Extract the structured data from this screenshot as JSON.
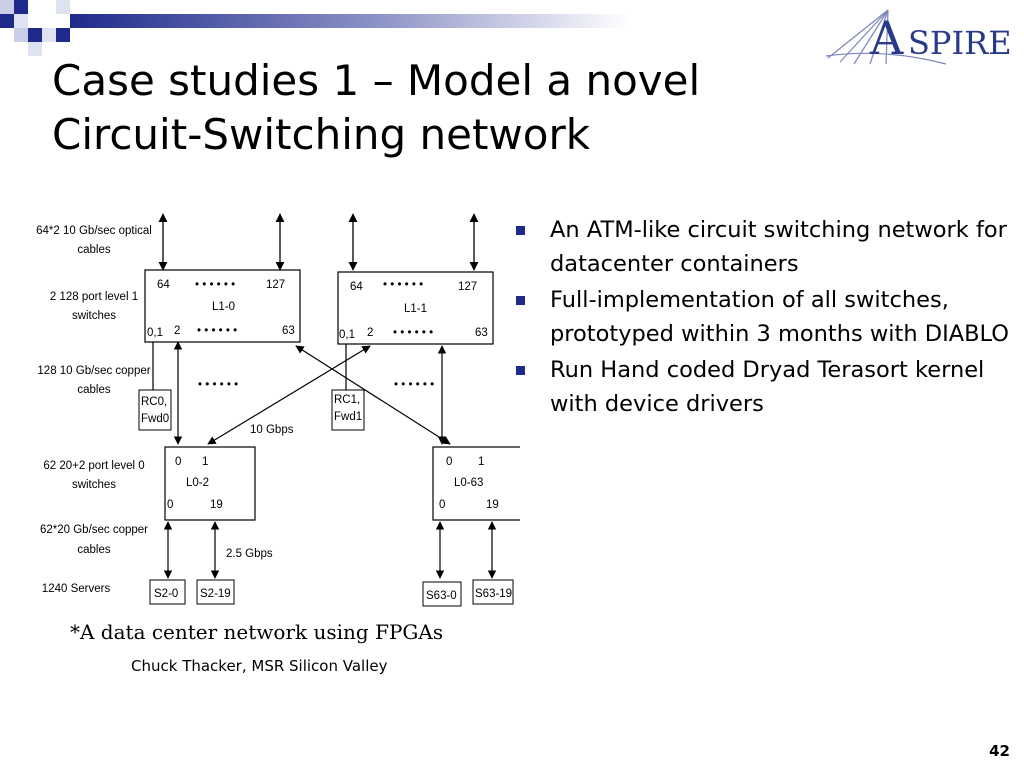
{
  "slide": {
    "title_line1": "Case studies 1 – Model a novel",
    "title_line2": "Circuit-Switching network",
    "logo_text": "SPIRE",
    "logo_initial": "A",
    "page_number": "42",
    "caption": "*A data center network using FPGAs",
    "credit": "Chuck Thacker, MSR Silicon Valley"
  },
  "bullets": [
    "An ATM-like circuit switching network for datacenter containers",
    "Full-implementation of all switches, prototyped within 3 months with DIABLO",
    "Run Hand coded Dryad Terasort kernel with device drivers"
  ],
  "diagram": {
    "left_labels": {
      "optical_1": "64*2 10 Gb/sec optical",
      "optical_2": "cables",
      "level1_1": "2 128 port level 1",
      "level1_2": "switches",
      "copper10_1": "128 10 Gb/sec copper",
      "copper10_2": "cables",
      "level0_1": "62 20+2 port level 0",
      "level0_2": "switches",
      "copper20_1": "62*20 Gb/sec copper",
      "copper20_2": "cables",
      "servers": "1240 Servers"
    },
    "l1_0": {
      "name": "L1-0",
      "top_left": "64",
      "top_right": "127",
      "bottom_left": "0,1",
      "bottom_mid": "2",
      "bottom_right": "63"
    },
    "l1_1": {
      "name": "L1-1",
      "top_left": "64",
      "top_right": "127",
      "bottom_left": "0,1",
      "bottom_mid": "2",
      "bottom_right": "63"
    },
    "rc0": {
      "line1": "RC0,",
      "line2": "Fwd0"
    },
    "rc1": {
      "line1": "RC1,",
      "line2": "Fwd1"
    },
    "l0_2": {
      "name": "L0-2",
      "top_left": "0",
      "top_right": "1",
      "bottom_left": "0",
      "bottom_right": "19"
    },
    "l0_63": {
      "name": "L0-63",
      "top_left": "0",
      "top_right": "1",
      "bottom_left": "0",
      "bottom_right": "19"
    },
    "speed_10": "10 Gbps",
    "speed_25": "2.5 Gbps",
    "servers": {
      "s2_0": "S2-0",
      "s2_19": "S2-19",
      "s63_0": "S63-0",
      "s63_19": "S63-19"
    },
    "dots": "• • • • • •"
  },
  "colors": {
    "accent": "#1f2a8c",
    "logo": "#2a3a8a"
  }
}
